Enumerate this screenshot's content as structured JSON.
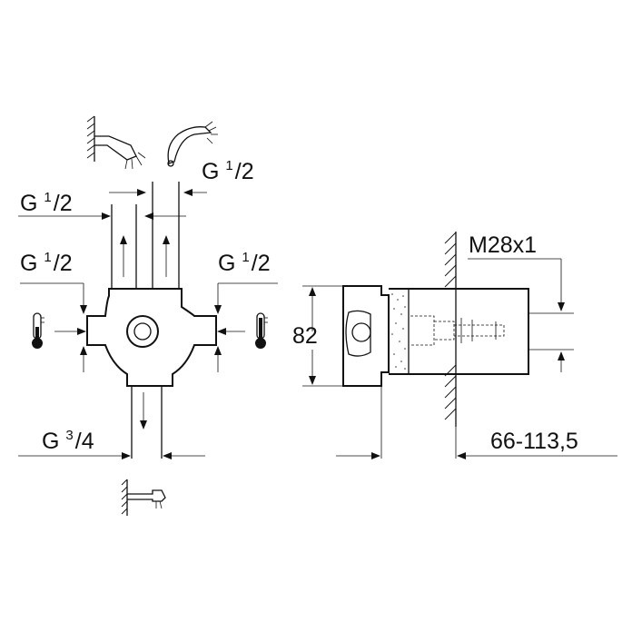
{
  "labels": {
    "outlet_top_right": {
      "base": "G ",
      "num": "1",
      "den": "2"
    },
    "outlet_top_left": {
      "base": "G ",
      "num": "1",
      "den": "2"
    },
    "inlet_left": {
      "base": "G ",
      "num": "1",
      "den": "2"
    },
    "inlet_right": {
      "base": "G ",
      "num": "1",
      "den": "2"
    },
    "outlet_bottom": {
      "base": "G ",
      "num": "3",
      "den": "4"
    },
    "thread_size": "M28x1",
    "body_height": "82",
    "install_depth": "66-113,5"
  },
  "icons": {
    "head_shower": "head-shower-icon",
    "hand_shower": "hand-shower-icon",
    "spout": "bath-spout-icon",
    "thermo_cold": "thermometer-cold-icon",
    "thermo_hot": "thermometer-hot-icon"
  }
}
